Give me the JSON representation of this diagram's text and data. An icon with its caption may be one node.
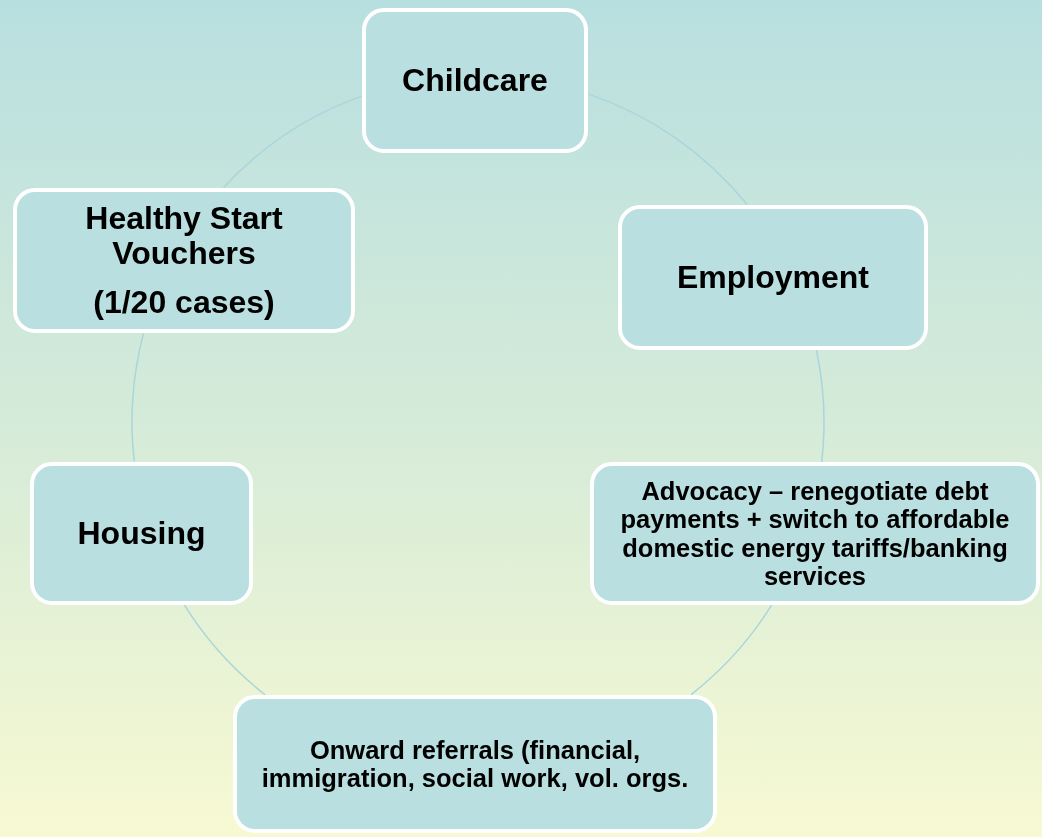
{
  "diagram": {
    "nodes": [
      {
        "text": [
          "Childcare"
        ]
      },
      {
        "text": [
          "Employment"
        ]
      },
      {
        "text": [
          "Advocacy – renegotiate debt payments + switch to affordable domestic energy tariffs/banking services"
        ]
      },
      {
        "text": [
          "Onward referrals (financial, immigration, social work, vol. orgs."
        ]
      },
      {
        "text": [
          "Housing"
        ]
      },
      {
        "text": [
          "Healthy Start Vouchers",
          "(1/20 cases)"
        ]
      }
    ],
    "edges": [
      {
        "from": 0,
        "to": 1,
        "arrow": "none"
      },
      {
        "from": 1,
        "to": 2,
        "arrow": "none"
      },
      {
        "from": 2,
        "to": 3,
        "arrow": "none"
      },
      {
        "from": 3,
        "to": 4,
        "arrow": "none"
      },
      {
        "from": 4,
        "to": 5,
        "arrow": "none"
      },
      {
        "from": 5,
        "to": 0,
        "arrow": "none"
      }
    ]
  }
}
